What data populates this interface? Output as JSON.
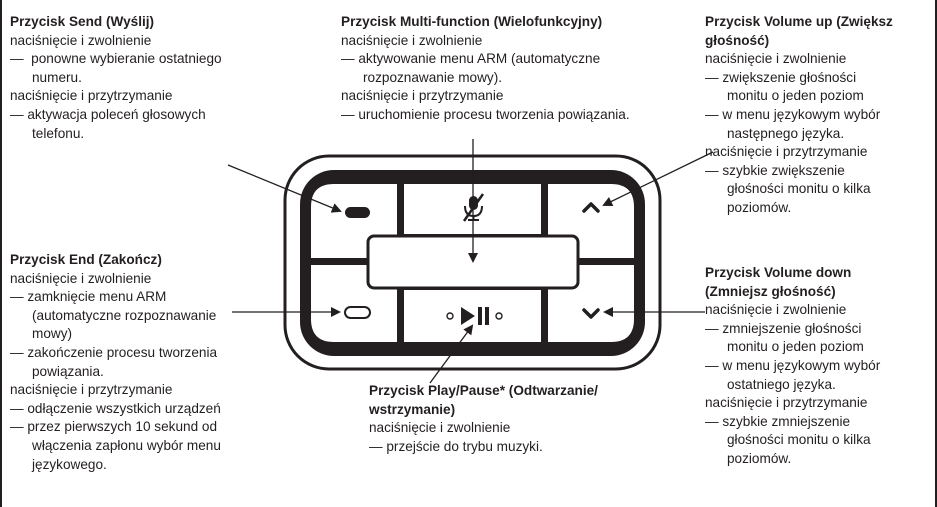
{
  "send": {
    "title": "Przycisk Send (Wyślij)",
    "lines": [
      {
        "t": "naciśnięcie i zwolnienie",
        "ind": false
      },
      {
        "t": "—  ponowne wybieranie ostatniego",
        "ind": false
      },
      {
        "t": "numeru.",
        "ind": true
      },
      {
        "t": "naciśnięcie i przytrzymanie",
        "ind": false
      },
      {
        "t": "— aktywacja poleceń głosowych",
        "ind": false
      },
      {
        "t": "telefonu.",
        "ind": true
      }
    ]
  },
  "multi": {
    "title": "Przycisk Multi-function (Wielofunkcyjny)",
    "lines": [
      {
        "t": "naciśnięcie i zwolnienie",
        "ind": false
      },
      {
        "t": "— aktywowanie menu ARM (automatyczne",
        "ind": false
      },
      {
        "t": "rozpoznawanie mowy).",
        "ind": true
      },
      {
        "t": "naciśnięcie i przytrzymanie",
        "ind": false
      },
      {
        "t": "— uruchomienie procesu tworzenia powiązania.",
        "ind": false
      }
    ]
  },
  "volup": {
    "title": "Przycisk Volume up (Zwiększ",
    "title2": "głośność)",
    "lines": [
      {
        "t": "naciśnięcie i zwolnienie",
        "ind": false
      },
      {
        "t": "— zwiększenie głośności",
        "ind": false
      },
      {
        "t": "monitu o jeden poziom",
        "ind": true
      },
      {
        "t": "— w menu językowym wybór",
        "ind": false
      },
      {
        "t": "następnego języka.",
        "ind": true
      },
      {
        "t": "naciśnięcie i przytrzymanie",
        "ind": false
      },
      {
        "t": "— szybkie zwiększenie",
        "ind": false
      },
      {
        "t": "głośności monitu o kilka",
        "ind": true
      },
      {
        "t": "poziomów.",
        "ind": true
      }
    ]
  },
  "end": {
    "title": "Przycisk End (Zakończ)",
    "lines": [
      {
        "t": "naciśnięcie i zwolnienie",
        "ind": false
      },
      {
        "t": "— zamknięcie menu ARM",
        "ind": false
      },
      {
        "t": "(automatyczne rozpoznawanie",
        "ind": true
      },
      {
        "t": "mowy)",
        "ind": true
      },
      {
        "t": "— zakończenie procesu tworzenia",
        "ind": false
      },
      {
        "t": "powiązania.",
        "ind": true
      },
      {
        "t": "naciśnięcie i przytrzymanie",
        "ind": false
      },
      {
        "t": "— odłączenie wszystkich urządzeń",
        "ind": false
      },
      {
        "t": "— przez pierwszych 10 sekund od",
        "ind": false
      },
      {
        "t": "włączenia zapłonu wybór menu",
        "ind": true
      },
      {
        "t": "językowego.",
        "ind": true
      }
    ]
  },
  "voldown": {
    "title": "Przycisk Volume down",
    "title2": "(Zmniejsz głośność)",
    "lines": [
      {
        "t": "naciśnięcie i zwolnienie",
        "ind": false
      },
      {
        "t": "— zmniejszenie głośności",
        "ind": false
      },
      {
        "t": "monitu o jeden poziom",
        "ind": true
      },
      {
        "t": "— w menu językowym wybór",
        "ind": false
      },
      {
        "t": "ostatniego języka.",
        "ind": true
      },
      {
        "t": "naciśnięcie i przytrzymanie",
        "ind": false
      },
      {
        "t": "— szybkie zmniejszenie",
        "ind": false
      },
      {
        "t": "głośności monitu o kilka",
        "ind": true
      },
      {
        "t": "poziomów.",
        "ind": true
      }
    ]
  },
  "play": {
    "title": "Przycisk Play/Pause* (Odtwarzanie/",
    "title2": "wstrzymanie)",
    "lines": [
      {
        "t": "naciśnięcie i zwolnienie",
        "ind": false
      },
      {
        "t": "— przejście do trybu muzyki.",
        "ind": false
      }
    ]
  },
  "icons": [
    "send-icon",
    "mute-mic-icon",
    "volume-up-icon",
    "end-icon",
    "play-pause-icon",
    "volume-down-icon"
  ],
  "colors": {
    "text": "#231f20",
    "device": "#231f20",
    "button_bg": "#ffffff"
  }
}
